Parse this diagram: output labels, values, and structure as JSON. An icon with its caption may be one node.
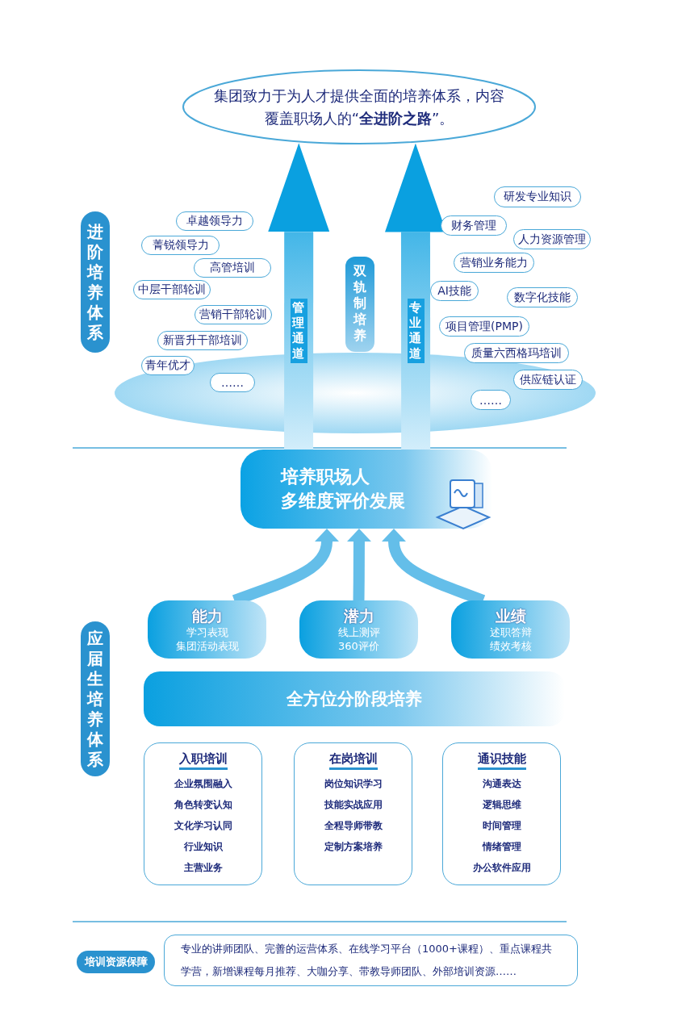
{
  "diagram": {
    "nodes": [
      {
        "text": [
          "集团致力于为人才提供全面的培养体系，内容覆盖职场人的“**全进阶之路**”。"
        ]
      },
      {
        "text": [
          "进阶培养体系"
        ]
      },
      {
        "text": [
          "卓越领导力"
        ]
      },
      {
        "text": [
          "菁锐领导力"
        ]
      },
      {
        "text": [
          "高管培训"
        ]
      },
      {
        "text": [
          "中层干部轮训"
        ]
      },
      {
        "text": [
          "营销干部轮训"
        ]
      },
      {
        "text": [
          "新晋升干部培训"
        ]
      },
      {
        "text": [
          "青年优才"
        ]
      },
      {
        "text": [
          "……"
        ]
      },
      {
        "text": [
          "双轨制培养"
        ]
      },
      {
        "text": [
          "研发专业知识"
        ]
      },
      {
        "text": [
          "财务管理"
        ]
      },
      {
        "text": [
          "人力资源管理"
        ]
      },
      {
        "text": [
          "营销业务能力"
        ]
      },
      {
        "text": [
          "AI技能"
        ]
      },
      {
        "text": [
          "数字化技能"
        ]
      },
      {
        "text": [
          "项目管理(PMP)"
        ]
      },
      {
        "text": [
          "质量六西格玛培训"
        ]
      },
      {
        "text": [
          "供应链认证"
        ]
      },
      {
        "text": [
          "……"
        ]
      },
      {
        "text": [
          "培养职场人",
          "多维度评价发展"
        ]
      },
      {
        "text": [
          "能力",
          "学习表现",
          "集团活动表现"
        ]
      },
      {
        "text": [
          "潜力",
          "线上测评",
          "360评价"
        ]
      },
      {
        "text": [
          "业绩",
          "述职答辩",
          "绩效考核"
        ]
      },
      {
        "text": [
          "应届生培养体系"
        ]
      },
      {
        "text": [
          "全方位分阶段培养"
        ]
      },
      {
        "text": [
          "入职培训",
          "企业氛围融入",
          "角色转变认知",
          "文化学习认同",
          "行业知识",
          "主营业务"
        ]
      },
      {
        "text": [
          "在岗培训",
          "岗位知识学习",
          "技能实战应用",
          "全程导师带教",
          "定制方案培养"
        ]
      },
      {
        "text": [
          "通识技能",
          "沟通表达",
          "逻辑思维",
          "时间管理",
          "情绪管理",
          "办公软件应用"
        ]
      },
      {
        "text": [
          "培训资源保障"
        ]
      },
      {
        "text": [
          "专业的讲师团队、完善的运营体系、在线学习平台（1000+课程）、重点课程共学营，新增课程每月推荐、大咖分享、带教导师团队、外部培训资源……"
        ]
      }
    ],
    "edges": [
      {
        "from": 21,
        "to": 0,
        "arrow": "to",
        "label": "管理通道"
      },
      {
        "from": 21,
        "to": 0,
        "arrow": "to",
        "label": "专业通道"
      },
      {
        "from": 22,
        "to": 21,
        "arrow": "to"
      },
      {
        "from": 23,
        "to": 21,
        "arrow": "to"
      },
      {
        "from": 24,
        "to": 21,
        "arrow": "to"
      }
    ]
  }
}
